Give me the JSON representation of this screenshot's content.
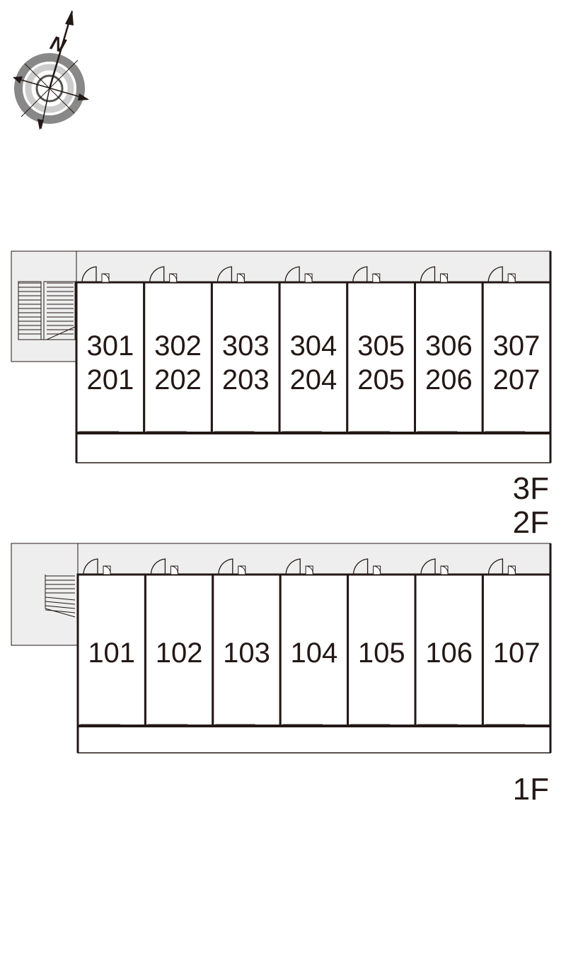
{
  "compass": {
    "label": "N",
    "icon": "compass-rose-icon"
  },
  "upper_block": {
    "floor_labels": [
      "3F",
      "2F"
    ],
    "units": [
      {
        "top": "301",
        "bottom": "201"
      },
      {
        "top": "302",
        "bottom": "202"
      },
      {
        "top": "303",
        "bottom": "203"
      },
      {
        "top": "304",
        "bottom": "204"
      },
      {
        "top": "305",
        "bottom": "205"
      },
      {
        "top": "306",
        "bottom": "206"
      },
      {
        "top": "307",
        "bottom": "207"
      }
    ]
  },
  "lower_block": {
    "floor_labels": [
      "1F"
    ],
    "units": [
      {
        "top": "101"
      },
      {
        "top": "102"
      },
      {
        "top": "103"
      },
      {
        "top": "104"
      },
      {
        "top": "105"
      },
      {
        "top": "106"
      },
      {
        "top": "107"
      }
    ]
  },
  "colors": {
    "line": "#231815",
    "corridor": "#eeeeee",
    "compass_ring_dark": "#888888",
    "compass_ring_light": "#cccccc"
  }
}
